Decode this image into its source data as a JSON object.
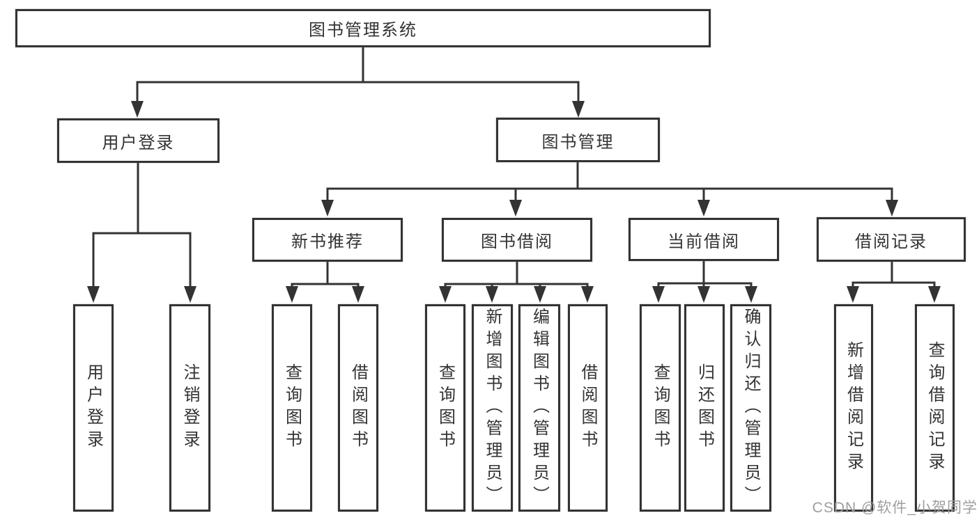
{
  "colors": {
    "line": "#333333",
    "text": "#333333",
    "background": "#ffffff",
    "watermark_gray": "#9e9e9e"
  },
  "watermark": {
    "text": "CSDN @软件_小贺同学"
  },
  "tree": {
    "label": "图书管理系统",
    "children": [
      {
        "label": "用户登录",
        "children": [
          {
            "label": "用户登录"
          },
          {
            "label": "注销登录"
          }
        ]
      },
      {
        "label": "图书管理",
        "children": [
          {
            "label": "新书推荐",
            "children": [
              {
                "label": "查询图书"
              },
              {
                "label": "借阅图书"
              }
            ]
          },
          {
            "label": "图书借阅",
            "children": [
              {
                "label": "查询图书"
              },
              {
                "label": "新增图书（管理员）"
              },
              {
                "label": "编辑图书（管理员）"
              },
              {
                "label": "借阅图书"
              }
            ]
          },
          {
            "label": "当前借阅",
            "children": [
              {
                "label": "查询图书"
              },
              {
                "label": "归还图书"
              },
              {
                "label": "确认归还（管理员）"
              }
            ]
          },
          {
            "label": "借阅记录",
            "children": [
              {
                "label": "新增借阅记录"
              },
              {
                "label": "查询借阅记录"
              }
            ]
          }
        ]
      }
    ]
  }
}
